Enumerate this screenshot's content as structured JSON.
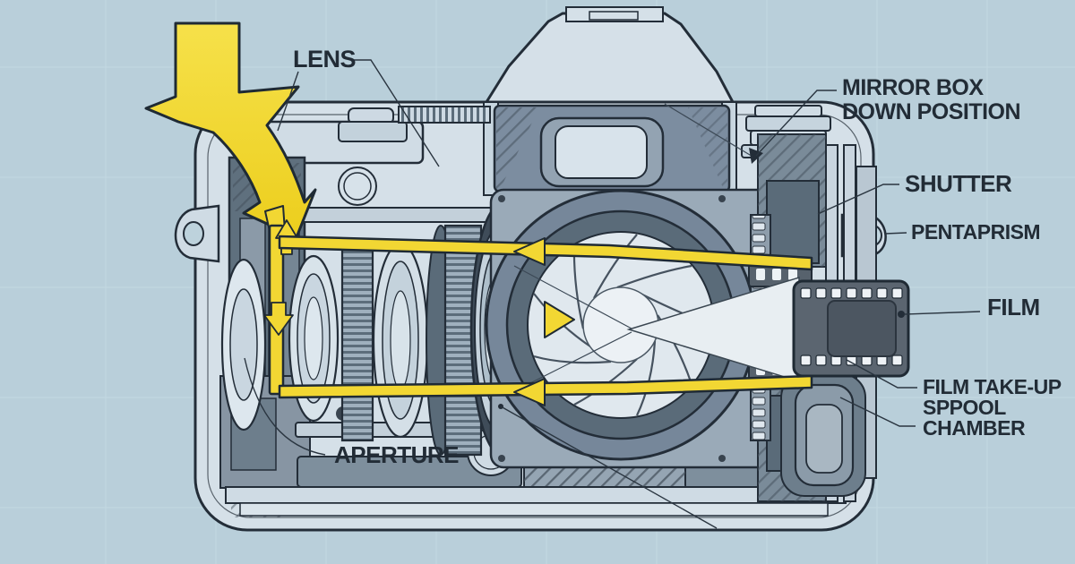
{
  "background": {
    "color": "#b9cfda",
    "grid_color": "#d3e2ea"
  },
  "palette": {
    "yellow": "#f2d733",
    "outline": "#232d38",
    "body_light": "#d5e0e8",
    "body_mid": "#9aaab8",
    "body_dark": "#5a6b79",
    "film_dark": "#5b6570",
    "label_color": "#222c36"
  },
  "labels": {
    "lens": {
      "text": "LENS"
    },
    "mirror_box": {
      "line1": "MIRROR BOX",
      "line2": "DOWN POSITION"
    },
    "shutter": {
      "text": "SHUTTER"
    },
    "pentaprism": {
      "text": "PENTAPRISM"
    },
    "film": {
      "text": "FILM"
    },
    "film_takeup": {
      "line1": "FILM TAKE-UP",
      "line2": "SPPOOL",
      "line3": "CHAMBER"
    },
    "aperture": {
      "text": "APERTURE"
    }
  }
}
